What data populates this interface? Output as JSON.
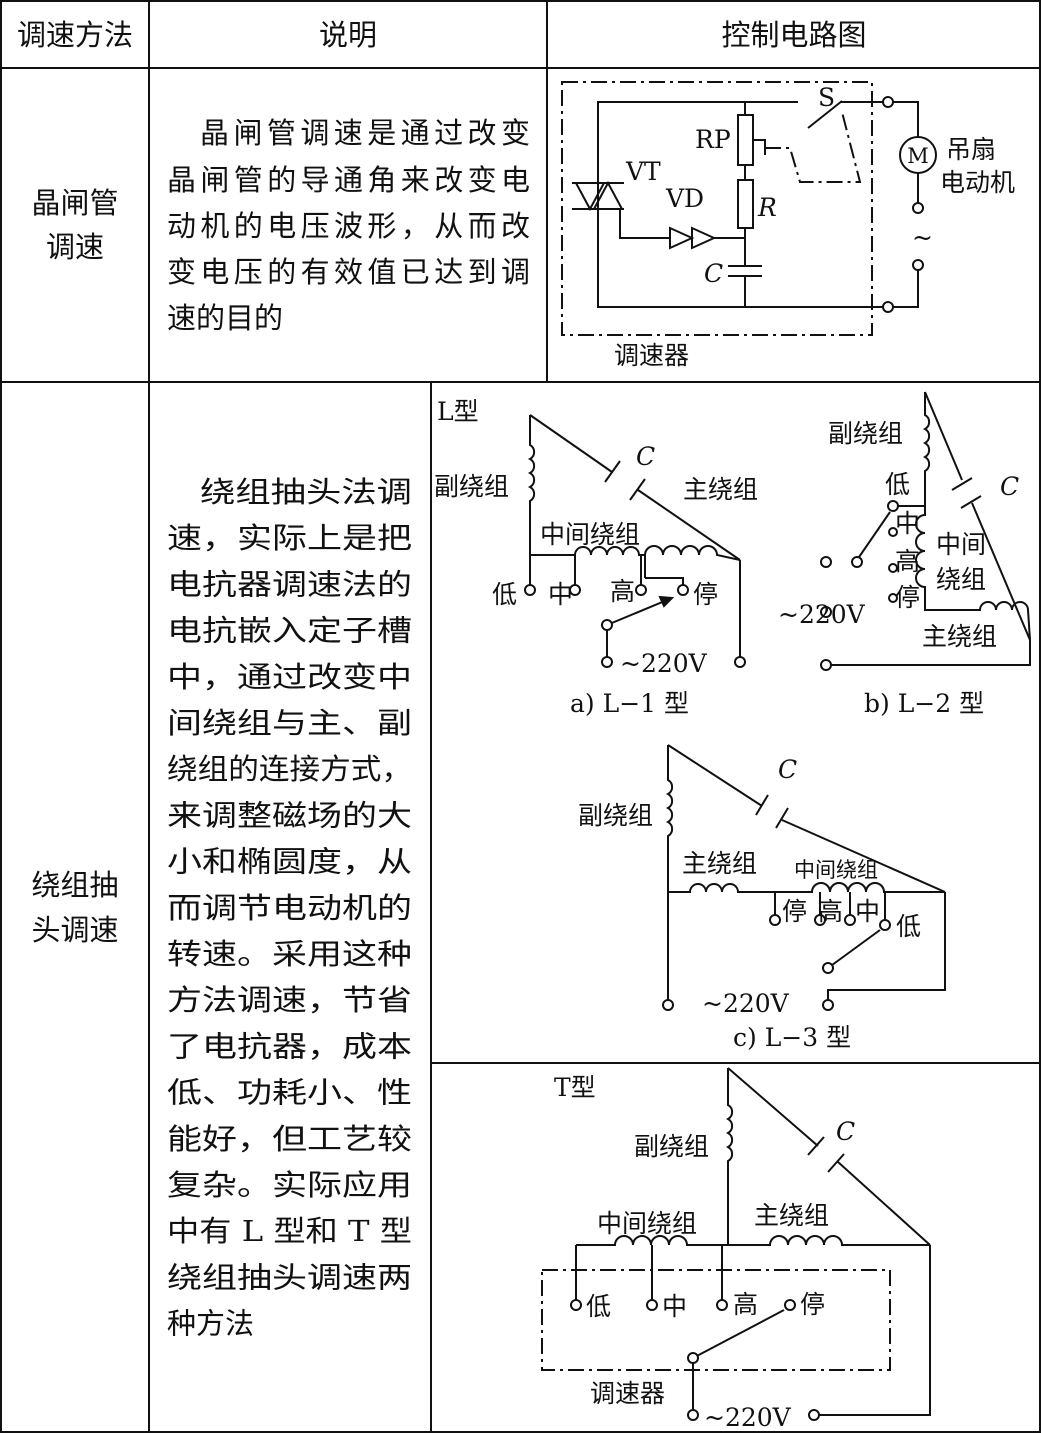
{
  "header": {
    "col1": "调速方法",
    "col2": "说明",
    "col3": "控制电路图"
  },
  "row1": {
    "method": [
      "晶闸管",
      "调速"
    ],
    "description": [
      "晶闸管调速是通过改变",
      "晶闸管的导通角来改变电",
      "动机的电压波形，从而改",
      "变电压的有效值已达到调",
      "速的目的"
    ],
    "diagram": {
      "S": "S",
      "RP": "RP",
      "VT": "VT",
      "VD": "VD",
      "R": "R",
      "C": "C",
      "motor": "M",
      "motor_label": [
        "吊扇",
        "电动机"
      ],
      "ac": "~",
      "controller": "调速器"
    }
  },
  "row2": {
    "method": [
      "绕组抽",
      "头调速"
    ],
    "description": [
      "绕组抽头法调",
      "速，实际上是把",
      "电抗器调速法的",
      "电抗嵌入定子槽",
      "中，通过改变中",
      "间绕组与主、副",
      "绕组的连接方式，",
      "来调整磁场的大",
      "小和椭圆度，从",
      "而调节电动机的",
      "转速。采用这种",
      "方法调速，节省",
      "了电抗器，成本",
      "低、功耗小、性",
      "能好，但工艺较",
      "复杂。实际应用",
      "中有 L 型和 T 型",
      "绕组抽头调速两",
      "种方法"
    ],
    "l_type": {
      "title": "L型",
      "a": {
        "aux": "副绕组",
        "main": "主绕组",
        "mid": "中间绕组",
        "C": "C",
        "low": "低",
        "medium": "中",
        "high": "高",
        "stop": "停",
        "voltage": "~220V",
        "caption": "a) L−1 型"
      },
      "b": {
        "aux": "副绕组",
        "main": "主绕组",
        "mid": [
          "中间",
          "绕组"
        ],
        "C": "C",
        "low": "低",
        "medium": "中",
        "high": "高",
        "stop": "停",
        "voltage": "~220V",
        "caption": "b) L−2 型"
      },
      "c": {
        "aux": "副绕组",
        "main": "主绕组",
        "mid": "中间绕组",
        "C": "C",
        "low": "低",
        "medium": "中",
        "high": "高",
        "stop": "停",
        "voltage": "~220V",
        "caption": "c) L−3 型"
      }
    },
    "t_type": {
      "title": "T型",
      "aux": "副绕组",
      "main": "主绕组",
      "mid": "中间绕组",
      "C": "C",
      "low": "低",
      "medium": "中",
      "high": "高",
      "stop": "停",
      "controller": "调速器",
      "voltage": "~220V"
    }
  }
}
